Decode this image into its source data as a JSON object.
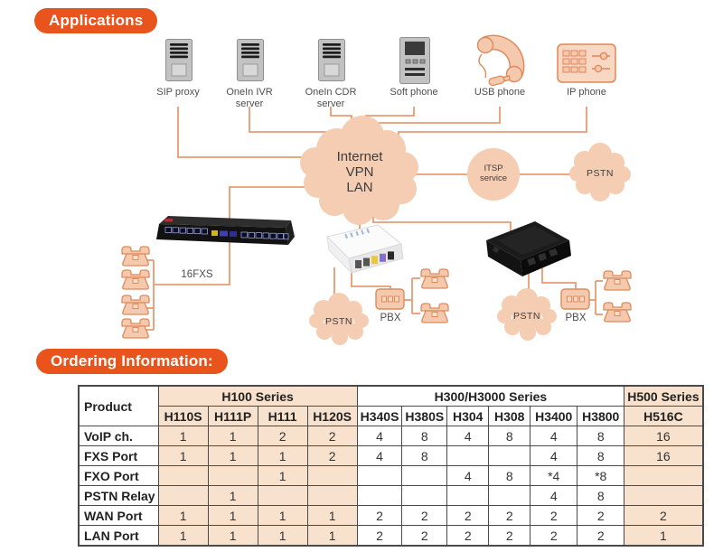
{
  "headings": {
    "applications": "Applications",
    "ordering": "Ordering Information:"
  },
  "colors": {
    "accent_orange": "#E8541C",
    "line": "#E89B72",
    "cloud_fill": "#F5CDB2",
    "peach_cell": "#F9E2CD",
    "phone_fill": "#F5C9AD",
    "phone_stroke": "#DE8B5C",
    "table_border": "#4a4a4a",
    "text_gray": "#4d4d4d"
  },
  "top_devices": [
    {
      "label": "SIP proxy",
      "icon": "server-icon"
    },
    {
      "label": "OneIn IVR\nserver",
      "icon": "server-icon"
    },
    {
      "label": "OneIn CDR\nserver",
      "icon": "server-icon"
    },
    {
      "label": "Soft phone",
      "icon": "softphone-icon"
    },
    {
      "label": "USB phone",
      "icon": "usb-phone-icon"
    },
    {
      "label": "IP phone",
      "icon": "ip-phone-icon"
    }
  ],
  "clouds": {
    "internet": "Internet\nVPN\nLAN",
    "itsp": "ITSP\nservice",
    "pstn_top": "PSTN",
    "pstn_mid": "PSTN",
    "pstn_right": "PSTN"
  },
  "labels": {
    "fxs16": "16FXS",
    "pbx_mid": "PBX",
    "pbx_right": "PBX"
  },
  "table": {
    "product_header": "Product",
    "groups": [
      {
        "label": "H100 Series",
        "highlight": true,
        "models": [
          "H110S",
          "H111P",
          "H111",
          "H120S"
        ]
      },
      {
        "label": "H300/H3000 Series",
        "highlight": false,
        "models": [
          "H340S",
          "H380S",
          "H304",
          "H308",
          "H3400",
          "H3800"
        ]
      },
      {
        "label": "H500 Series",
        "highlight": true,
        "models": [
          "H516C"
        ]
      }
    ],
    "rows": [
      {
        "label": "VoIP ch.",
        "values": [
          "1",
          "1",
          "2",
          "2",
          "4",
          "8",
          "4",
          "8",
          "4",
          "8",
          "16"
        ]
      },
      {
        "label": "FXS Port",
        "values": [
          "1",
          "1",
          "1",
          "2",
          "4",
          "8",
          "",
          "",
          "4",
          "8",
          "16"
        ]
      },
      {
        "label": "FXO Port",
        "values": [
          "",
          "",
          "1",
          "",
          "",
          "",
          "4",
          "8",
          "*4",
          "*8",
          ""
        ]
      },
      {
        "label": "PSTN Relay",
        "values": [
          "",
          "1",
          "",
          "",
          "",
          "",
          "",
          "",
          "4",
          "8",
          ""
        ]
      },
      {
        "label": "WAN Port",
        "values": [
          "1",
          "1",
          "1",
          "1",
          "2",
          "2",
          "2",
          "2",
          "2",
          "2",
          "2"
        ]
      },
      {
        "label": "LAN Port",
        "values": [
          "1",
          "1",
          "1",
          "1",
          "2",
          "2",
          "2",
          "2",
          "2",
          "2",
          "1"
        ]
      }
    ]
  }
}
